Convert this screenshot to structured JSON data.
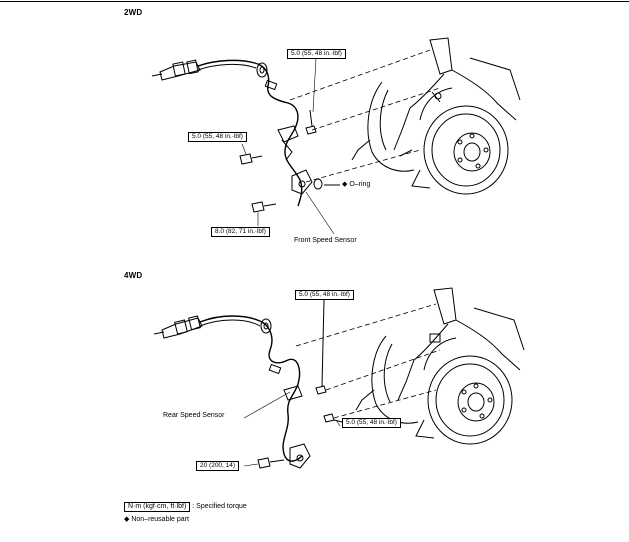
{
  "sections": {
    "two_wd": {
      "label": "2WD",
      "torque_labels": [
        "5.0 (55, 48 in.·lbf)",
        "5.0 (55, 48 in.·lbf)",
        "8.0 (82, 71 in.·lbf)"
      ],
      "callouts": {
        "o_ring": "◆ O–ring",
        "sensor": "Front Speed Sensor"
      }
    },
    "four_wd": {
      "label": "4WD",
      "torque_labels": [
        "5.0 (55, 48 in.·lbf)",
        "5.0 (55, 48 in.·lbf)",
        "20 (200, 14)"
      ],
      "callouts": {
        "sensor": "Rear Speed Sensor"
      }
    }
  },
  "legend": {
    "torque_unit": "N·m (kgf·cm, ft·lbf)",
    "torque_desc": ": Specified torque",
    "non_reusable": "◆ Non–reusable part"
  }
}
